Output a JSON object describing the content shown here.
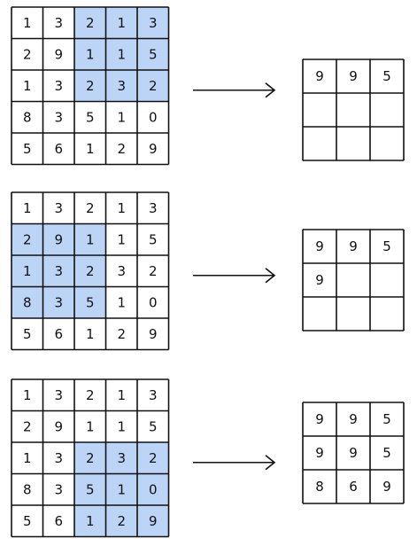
{
  "input_grid": [
    [
      "1",
      "3",
      "2",
      "1",
      "3"
    ],
    [
      "2",
      "9",
      "1",
      "1",
      "5"
    ],
    [
      "1",
      "3",
      "2",
      "3",
      "2"
    ],
    [
      "8",
      "3",
      "5",
      "1",
      "0"
    ],
    [
      "5",
      "6",
      "1",
      "2",
      "9"
    ]
  ],
  "steps": [
    {
      "highlight_window": {
        "row": 0,
        "col": 2,
        "size": 3
      },
      "output_grid": [
        [
          "9",
          "9",
          "5"
        ],
        [
          "",
          "",
          ""
        ],
        [
          "",
          "",
          ""
        ]
      ]
    },
    {
      "highlight_window": {
        "row": 1,
        "col": 0,
        "size": 3
      },
      "output_grid": [
        [
          "9",
          "9",
          "5"
        ],
        [
          "9",
          "",
          ""
        ],
        [
          "",
          "",
          ""
        ]
      ]
    },
    {
      "highlight_window": {
        "row": 2,
        "col": 2,
        "size": 3
      },
      "output_grid": [
        [
          "9",
          "9",
          "5"
        ],
        [
          "9",
          "9",
          "5"
        ],
        [
          "8",
          "6",
          "9"
        ]
      ]
    }
  ],
  "colors": {
    "highlight": "#bcd4f6",
    "line": "#111111",
    "text": "#111111"
  },
  "icons": {
    "arrow": "right-arrow-icon"
  }
}
